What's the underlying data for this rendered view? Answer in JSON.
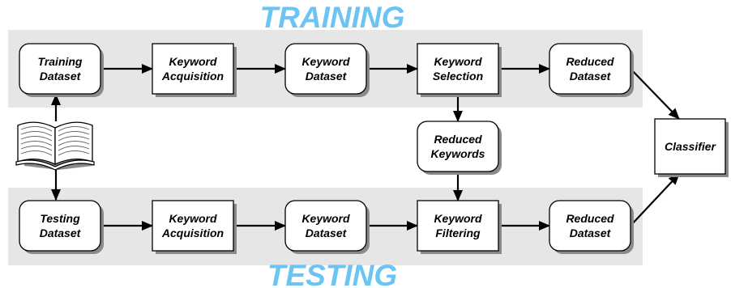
{
  "sections": {
    "training": "TRAINING",
    "testing": "TESTING"
  },
  "nodes": {
    "training_dataset": [
      "Training",
      "Dataset"
    ],
    "train_keyword_acquisition": [
      "Keyword",
      "Acquisition"
    ],
    "train_keyword_dataset": [
      "Keyword",
      "Dataset"
    ],
    "keyword_selection": [
      "Keyword",
      "Selection"
    ],
    "train_reduced_dataset": [
      "Reduced",
      "Dataset"
    ],
    "reduced_keywords": [
      "Reduced",
      "Keywords"
    ],
    "classifier": [
      "Classifier"
    ],
    "testing_dataset": [
      "Testing",
      "Dataset"
    ],
    "test_keyword_acquisition": [
      "Keyword",
      "Acquisition"
    ],
    "test_keyword_dataset": [
      "Keyword",
      "Dataset"
    ],
    "keyword_filtering": [
      "Keyword",
      "Filtering"
    ],
    "test_reduced_dataset": [
      "Reduced",
      "Dataset"
    ]
  },
  "icons": {
    "source": "open-book-icon"
  },
  "colors": {
    "section_title": "#6cc4f2",
    "band": "#e6e6e6",
    "shadow": "#8a8a8a"
  }
}
